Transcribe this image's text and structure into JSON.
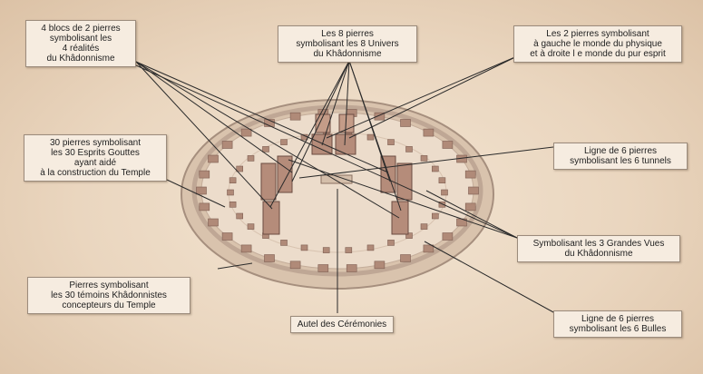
{
  "labels": {
    "blocs": [
      "4 blocs de 2 pierres",
      "symbolisant les",
      "4 réalités",
      "du Khâdonnisme"
    ],
    "univers": [
      "Les 8 pierres",
      "symbolisant les 8 Univers",
      "du Khâdonnisme"
    ],
    "monde": [
      "Les 2 pierres symbolisant",
      "à gauche le monde du physique",
      "et à droite l e monde du pur esprit"
    ],
    "esprits": [
      "30 pierres symbolisant",
      "les 30 Esprits Gouttes",
      "ayant aidé",
      "à la construction du Temple"
    ],
    "tunnels": [
      "Ligne de 6 pierres",
      "symbolisant les 6 tunnels"
    ],
    "vues": [
      "Symbolisant les 3 Grandes Vues",
      "du Khâdonnisme"
    ],
    "temoins": [
      "Pierres symbolisant",
      "les 30 témoins Khâdonnistes",
      "concepteurs du Temple"
    ],
    "autel": [
      "Autel des Cérémonies"
    ],
    "bulles": [
      "Ligne de 6 pierres",
      "symbolisant les 6 Bulles"
    ]
  },
  "colors": {
    "background": "#ead6bf",
    "label_fill": "#f6ece0",
    "label_border": "#9b8b7c",
    "stone": "#b08a78",
    "stone_dark": "#7e5e52",
    "leader_line": "#2a2a2a"
  }
}
